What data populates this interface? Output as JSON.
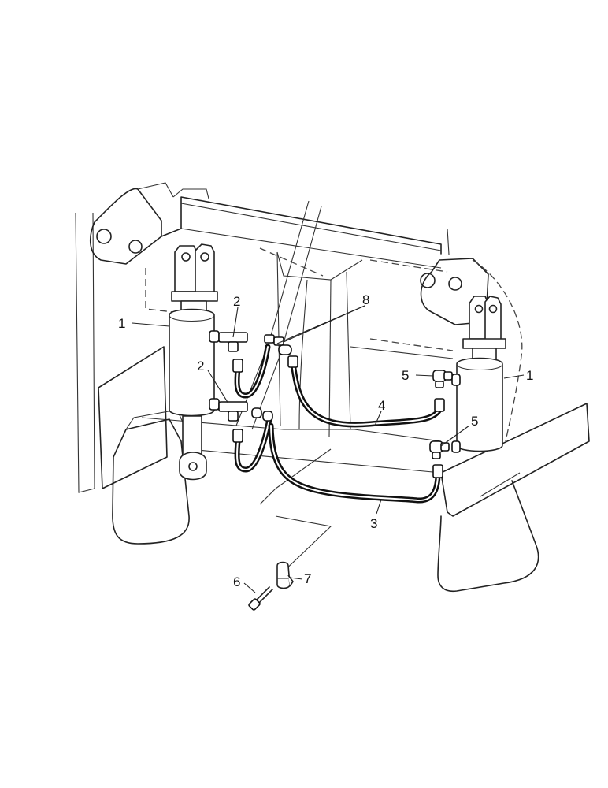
{
  "callouts": {
    "c1_left": "1",
    "c1_right": "1",
    "c2_upper": "2",
    "c2_lower": "2",
    "c3": "3",
    "c4": "4",
    "c5_upper": "5",
    "c5_lower": "5",
    "c6": "6",
    "c7": "7",
    "c8": "8"
  }
}
